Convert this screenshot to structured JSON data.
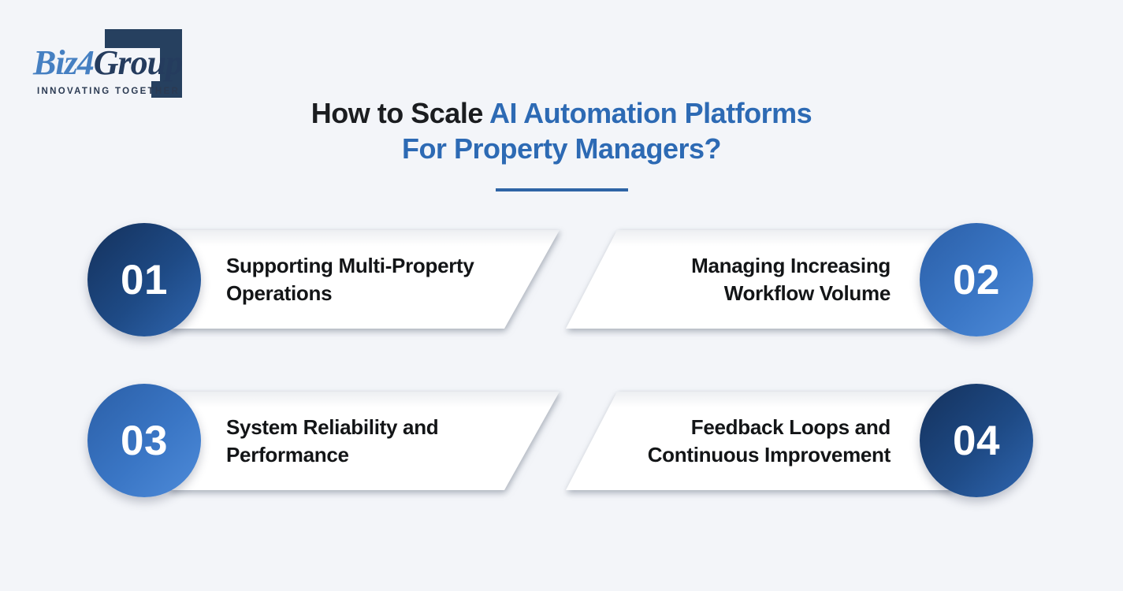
{
  "logo": {
    "brand_blue": "Biz",
    "brand_num": "4",
    "brand_dark": "Group",
    "tagline": "INNOVATING TOGETHER"
  },
  "title": {
    "lead": "How to Scale ",
    "highlight": "AI Automation Platforms",
    "line2": "For Property Managers?"
  },
  "steps": [
    {
      "number": "01",
      "line1": "Supporting Multi-Property",
      "line2": "Operations",
      "side": "left",
      "tone": "dark"
    },
    {
      "number": "02",
      "line1": "Managing Increasing",
      "line2": "Workflow Volume",
      "side": "right",
      "tone": "light"
    },
    {
      "number": "03",
      "line1": "System Reliability and",
      "line2": "Performance",
      "side": "left",
      "tone": "light"
    },
    {
      "number": "04",
      "line1": "Feedback Loops and",
      "line2": "Continuous Improvement",
      "side": "right",
      "tone": "dark"
    }
  ],
  "colors": {
    "background": "#f3f5f9",
    "accent_blue": "#2d6ab4",
    "underline_blue": "#2e64a6",
    "dark_circle": "#1e4a85",
    "light_circle": "#3a76c5",
    "card_background": "#ffffff",
    "title_dark": "#1b1d20",
    "card_text": "#131517",
    "logo_blue": "#4680c2",
    "logo_navy": "#253c5e"
  }
}
